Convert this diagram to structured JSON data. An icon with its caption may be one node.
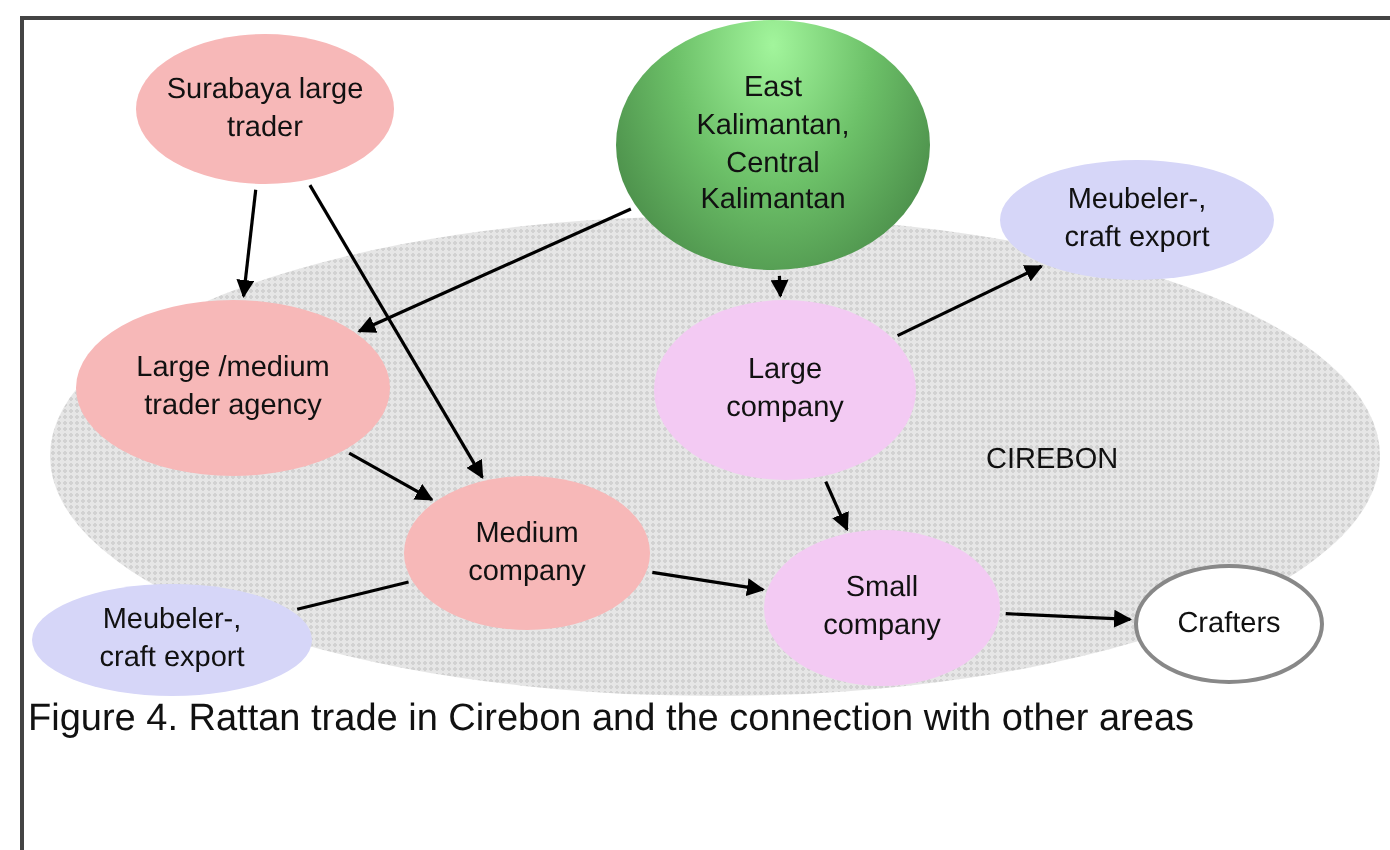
{
  "diagram": {
    "caption": "Figure 4. Rattan trade in Cirebon and the connection with other areas",
    "nodes": [
      {
        "text": [
          "CIREBON"
        ]
      },
      {
        "text": [
          "Surabaya large trader"
        ]
      },
      {
        "text": [
          "East Kalimantan, Central Kalimantan"
        ]
      },
      {
        "text": [
          "Meubeler-, craft export"
        ]
      },
      {
        "text": [
          "Large /medium trader agency"
        ],
        "in": 0
      },
      {
        "text": [
          "Large company"
        ],
        "in": 0
      },
      {
        "text": [
          "Medium company"
        ],
        "in": 0
      },
      {
        "text": [
          "Small company"
        ],
        "in": 0
      },
      {
        "text": [
          "Crafters"
        ],
        "in": 0
      },
      {
        "text": [
          "Meubeler-, craft export"
        ]
      }
    ],
    "edges": [
      {
        "from": 1,
        "to": 4,
        "arrow": "to"
      },
      {
        "from": 1,
        "to": 6,
        "arrow": "to"
      },
      {
        "from": 2,
        "to": 4,
        "arrow": "to"
      },
      {
        "from": 2,
        "to": 5,
        "arrow": "to"
      },
      {
        "from": 5,
        "to": 3,
        "arrow": "to"
      },
      {
        "from": 4,
        "to": 6,
        "arrow": "to"
      },
      {
        "from": 5,
        "to": 7,
        "arrow": "to"
      },
      {
        "from": 6,
        "to": 7,
        "arrow": "to"
      },
      {
        "from": 7,
        "to": 8,
        "arrow": "to"
      },
      {
        "from": 9,
        "to": 6,
        "arrow": "none"
      }
    ]
  }
}
